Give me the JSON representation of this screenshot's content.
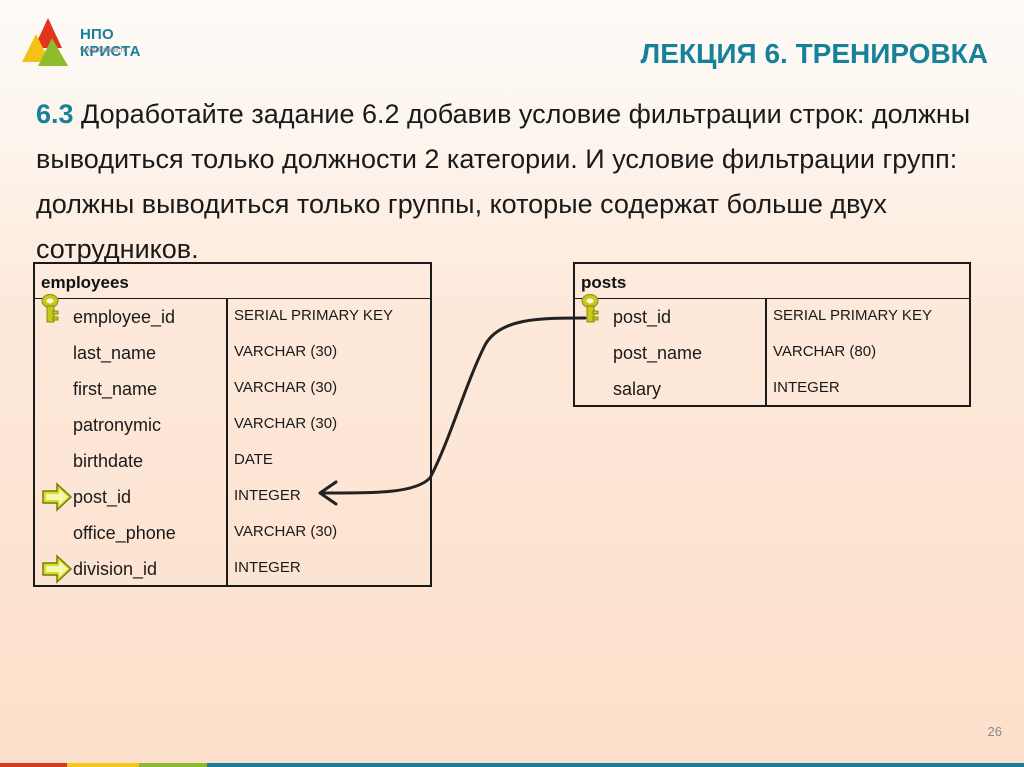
{
  "logo": {
    "name": "НПО КРИСТА",
    "url": "www.krista.ru",
    "icon": "triangles-logo-icon"
  },
  "title": "ЛЕКЦИЯ 6. ТРЕНИРОВКА",
  "task": {
    "number": "6.3",
    "text": " Доработайте задание 6.2 добавив условие фильтрации строк: должны выводиться только должности 2 категории. И условие фильтрации групп: должны выводиться только группы, которые содержат больше двух сотрудников."
  },
  "tables": {
    "employees": {
      "name": "employees",
      "columns": [
        {
          "name": "employee_id",
          "type": "SERIAL PRIMARY KEY",
          "icon": "primary-key-icon"
        },
        {
          "name": "last_name",
          "type": "VARCHAR (30)",
          "icon": ""
        },
        {
          "name": "first_name",
          "type": "VARCHAR (30)",
          "icon": ""
        },
        {
          "name": "patronymic",
          "type": "VARCHAR (30)",
          "icon": ""
        },
        {
          "name": "birthdate",
          "type": "DATE",
          "icon": ""
        },
        {
          "name": "post_id",
          "type": "INTEGER",
          "icon": "foreign-key-arrow-icon"
        },
        {
          "name": "office_phone",
          "type": "VARCHAR (30)",
          "icon": ""
        },
        {
          "name": "division_id",
          "type": "INTEGER",
          "icon": "foreign-key-arrow-icon"
        }
      ]
    },
    "posts": {
      "name": "posts",
      "columns": [
        {
          "name": "post_id",
          "type": "SERIAL PRIMARY KEY",
          "icon": "primary-key-icon"
        },
        {
          "name": "post_name",
          "type": "VARCHAR (80)",
          "icon": ""
        },
        {
          "name": "salary",
          "type": "INTEGER",
          "icon": ""
        }
      ]
    }
  },
  "relationship": {
    "from": "posts.post_id",
    "to": "employees.post_id"
  },
  "page_number": "26",
  "colors": {
    "accent": "#17819a",
    "stripe_red": "#d9381e",
    "stripe_yellow": "#f5c518",
    "stripe_green": "#8cba2c",
    "stripe_teal": "#1a7e9a"
  }
}
